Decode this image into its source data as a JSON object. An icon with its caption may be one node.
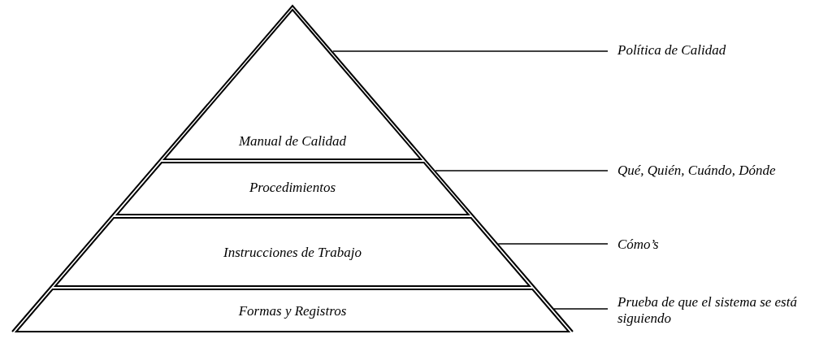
{
  "diagram": {
    "nodes": [
      {
        "text": [
          "Manual de Calidad"
        ]
      },
      {
        "text": [
          "Procedimientos"
        ]
      },
      {
        "text": [
          "Instrucciones de Trabajo"
        ]
      },
      {
        "text": [
          "Formas y Registros"
        ]
      },
      {
        "text": [
          "Política de Calidad"
        ]
      },
      {
        "text": [
          "Qué, Quién, Cuándo, Dónde"
        ]
      },
      {
        "text": [
          "Cómo’s"
        ]
      },
      {
        "text": [
          "Prueba de que el sistema se está siguiendo"
        ]
      }
    ],
    "edges": [
      {
        "from": 4,
        "to": 0,
        "arrow": "none"
      },
      {
        "from": 5,
        "to": 1,
        "arrow": "none"
      },
      {
        "from": 6,
        "to": 2,
        "arrow": "none"
      },
      {
        "from": 7,
        "to": 3,
        "arrow": "none"
      }
    ]
  }
}
